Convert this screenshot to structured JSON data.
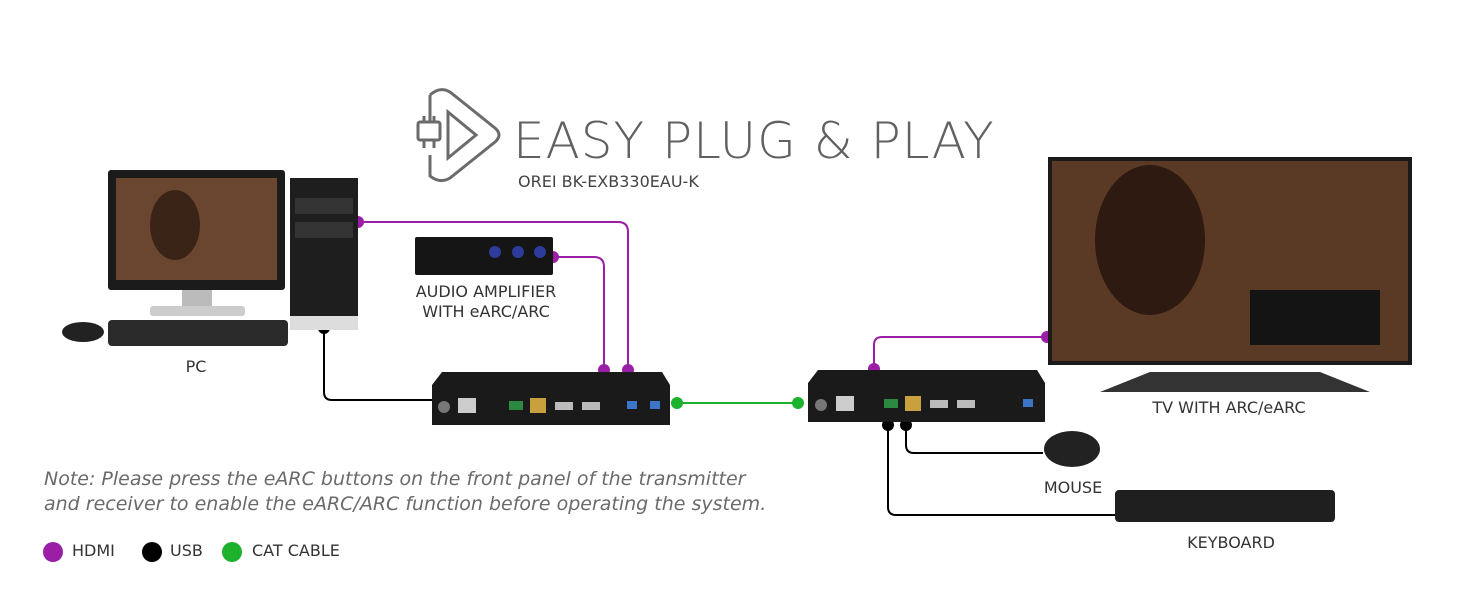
{
  "header": {
    "title": "EASY PLUG & PLAY",
    "model": "OREI BK-EXB330EAU-K",
    "icon": "plug-play-icon"
  },
  "devices": {
    "pc": "PC",
    "amplifier": [
      "AUDIO AMPLIFIER",
      "WITH eARC/ARC"
    ],
    "tv": "TV WITH ARC/eARC",
    "mouse": "MOUSE",
    "keyboard": "KEYBOARD"
  },
  "note": [
    "Note: Please press the eARC buttons on the front panel of the transmitter",
    "and receiver to enable the eARC/ARC function before operating the system."
  ],
  "legend": [
    {
      "label": "HDMI",
      "color": "#9b1fa6"
    },
    {
      "label": "USB",
      "color": "#000000"
    },
    {
      "label": "CAT CABLE",
      "color": "#1db22e"
    }
  ]
}
